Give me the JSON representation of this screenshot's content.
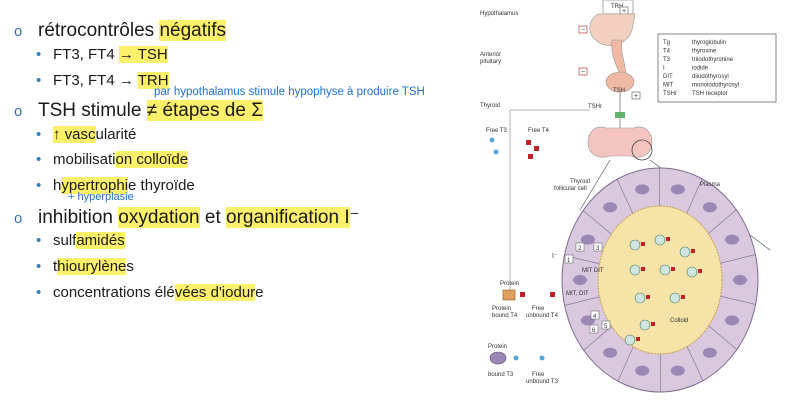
{
  "bullets": [
    {
      "parts": [
        {
          "t": "rétrocontrôles "
        },
        {
          "t": "négatifs",
          "h": true
        }
      ],
      "sub": [
        {
          "parts": [
            {
              "t": "FT3, FT4 "
            },
            {
              "t": "→ TSH",
              "h": true
            }
          ]
        },
        {
          "parts": [
            {
              "t": "FT3, FT4 → "
            },
            {
              "t": "TRH",
              "h": true
            }
          ]
        }
      ]
    },
    {
      "parts": [
        {
          "t": "TSH stimule "
        },
        {
          "t": "≠ étapes de Σ",
          "h": true
        }
      ],
      "sub": [
        {
          "parts": [
            {
              "t": "↑ vasc",
              "h": true
            },
            {
              "t": "ularité"
            }
          ]
        },
        {
          "parts": [
            {
              "t": "mobilisati"
            },
            {
              "t": "on colloïde",
              "h": true
            }
          ]
        },
        {
          "parts": [
            {
              "t": "h"
            },
            {
              "t": "ypertrophi",
              "h": true
            },
            {
              "t": "e thyroïde"
            }
          ]
        }
      ]
    },
    {
      "parts": [
        {
          "t": "inhibition "
        },
        {
          "t": "oxydation",
          "h": true
        },
        {
          "t": " et "
        },
        {
          "t": "organification I",
          "h": true
        },
        {
          "t": "⁻"
        }
      ],
      "sub": [
        {
          "parts": [
            {
              "t": "sulf"
            },
            {
              "t": "amidés",
              "h": true
            }
          ]
        },
        {
          "parts": [
            {
              "t": "t"
            },
            {
              "t": "hiourylène",
              "h": true
            },
            {
              "t": "s"
            }
          ]
        },
        {
          "parts": [
            {
              "t": "concentrations élé"
            },
            {
              "t": "vées d'iodur",
              "h": true
            },
            {
              "t": "e"
            }
          ]
        }
      ]
    }
  ],
  "notes": {
    "trh_note": "par hypothalamus stimule hypophyse à produire TSH",
    "hyperplasie_note": "+ hyperplasie"
  },
  "figure": {
    "labels": {
      "trh": "TRH",
      "hypothalamus": "Hypothalamus",
      "anterior": "Anterior",
      "pituitary": "pituitary",
      "tsh": "TSH",
      "tshr": "TSHr",
      "thyroid": "Thyroid",
      "free_t3": "Free T3",
      "free_t4": "Free T4",
      "thyroid_follicular": "Thyroid",
      "follicular_cell": "follicular cell",
      "plasma": "Plasma",
      "colloid": "Colloid",
      "protein": "Protein",
      "protein_bound_t4": "Protein",
      "bound_t4": "bound T4",
      "free_unbound_t4": "Free",
      "unbound_t4": "unbound T4",
      "protein_b": "Protein",
      "bound_t3": "bound T3",
      "free_b": "Free",
      "unbound_t3": "unbound T3",
      "i_minus": "I⁻",
      "mit_dit": "MIT DIT",
      "mit_dit2": "MIT, DIT"
    },
    "legend": [
      {
        "k": "Tg",
        "v": "thyroglobulin"
      },
      {
        "k": "T4",
        "v": "thyroxine"
      },
      {
        "k": "T3",
        "v": "triiodothyronine"
      },
      {
        "k": "I",
        "v": "iodide"
      },
      {
        "k": "DIT",
        "v": "diiodothyrosyl"
      },
      {
        "k": "MIT",
        "v": "monoiodothyrosyl"
      },
      {
        "k": "TSHr",
        "v": "TSH receptor"
      }
    ],
    "steps": [
      "1",
      "2",
      "3",
      "4",
      "5",
      "6"
    ],
    "plus": "+",
    "minus": "−",
    "colors": {
      "cell": "#d9c8de",
      "nucleus": "#9b86b5",
      "colloid": "#f6e3a8",
      "t4": "#c0202a",
      "t3": "#5aa6d8"
    }
  }
}
